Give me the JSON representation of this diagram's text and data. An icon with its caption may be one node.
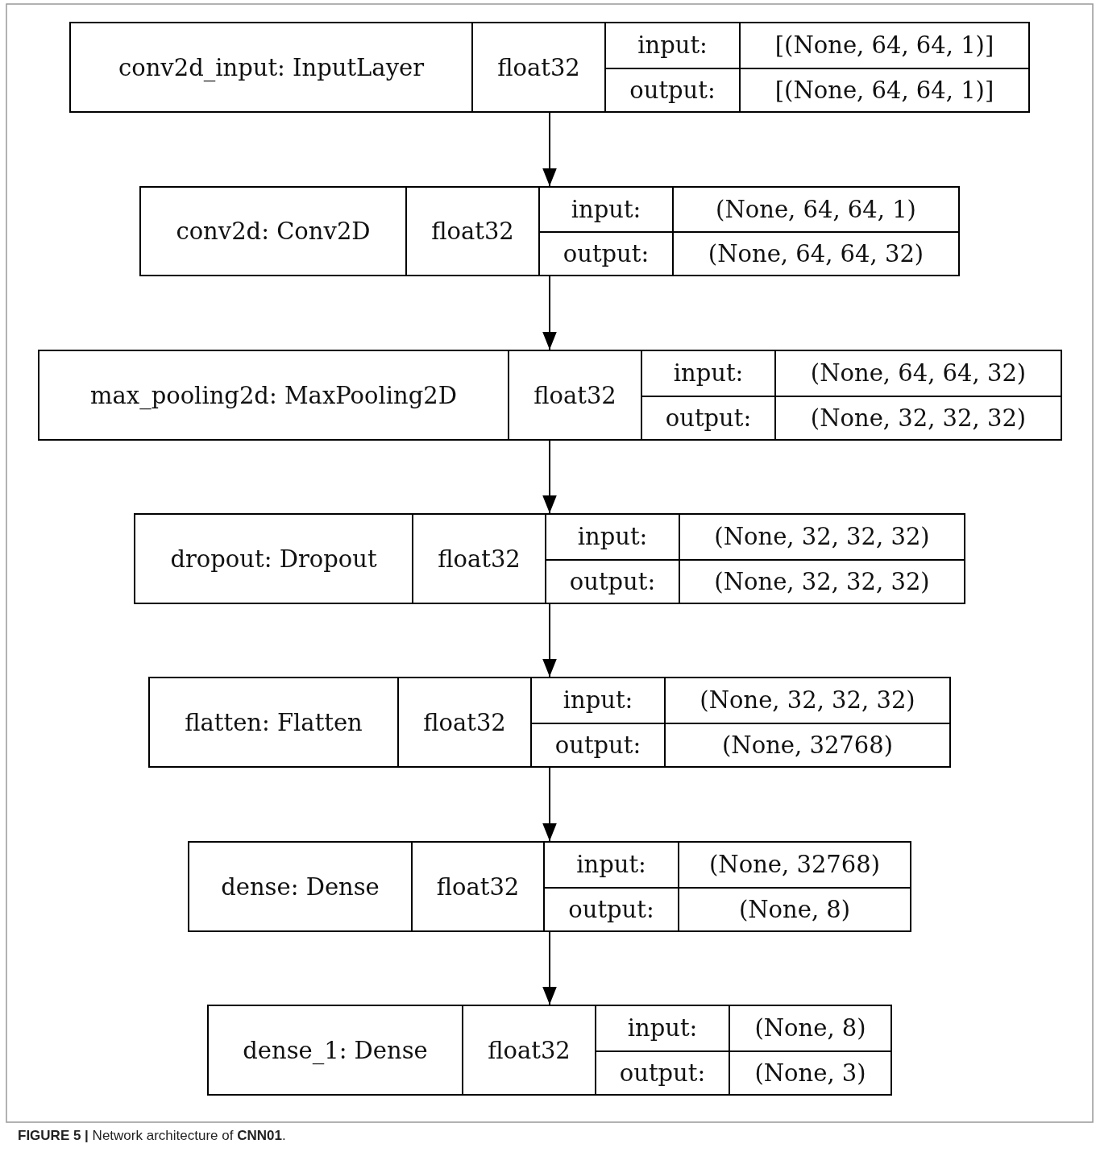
{
  "diagram": {
    "caption": "**FIGURE 5 |** Network architecture of **CNN01**.",
    "nodes": [
      {
        "text": [
          "conv2d_input: InputLayer",
          "float32",
          "input:",
          "[(None, 64, 64, 1)]",
          "output:",
          "[(None, 64, 64, 1)]"
        ]
      },
      {
        "text": [
          "conv2d: Conv2D",
          "float32",
          "input:",
          "(None, 64, 64, 1)",
          "output:",
          "(None, 64, 64, 32)"
        ]
      },
      {
        "text": [
          "max_pooling2d: MaxPooling2D",
          "float32",
          "input:",
          "(None, 64, 64, 32)",
          "output:",
          "(None, 32, 32, 32)"
        ]
      },
      {
        "text": [
          "dropout: Dropout",
          "float32",
          "input:",
          "(None, 32, 32, 32)",
          "output:",
          "(None, 32, 32, 32)"
        ]
      },
      {
        "text": [
          "flatten: Flatten",
          "float32",
          "input:",
          "(None, 32, 32, 32)",
          "output:",
          "(None, 32768)"
        ]
      },
      {
        "text": [
          "dense: Dense",
          "float32",
          "input:",
          "(None, 32768)",
          "output:",
          "(None, 8)"
        ]
      },
      {
        "text": [
          "dense_1: Dense",
          "float32",
          "input:",
          "(None, 8)",
          "output:",
          "(None, 3)"
        ]
      }
    ],
    "edges": [
      {
        "from": 0,
        "to": 1,
        "arrow": "to"
      },
      {
        "from": 1,
        "to": 2,
        "arrow": "to"
      },
      {
        "from": 2,
        "to": 3,
        "arrow": "to"
      },
      {
        "from": 3,
        "to": 4,
        "arrow": "to"
      },
      {
        "from": 4,
        "to": 5,
        "arrow": "to"
      },
      {
        "from": 5,
        "to": 6,
        "arrow": "to"
      }
    ]
  }
}
